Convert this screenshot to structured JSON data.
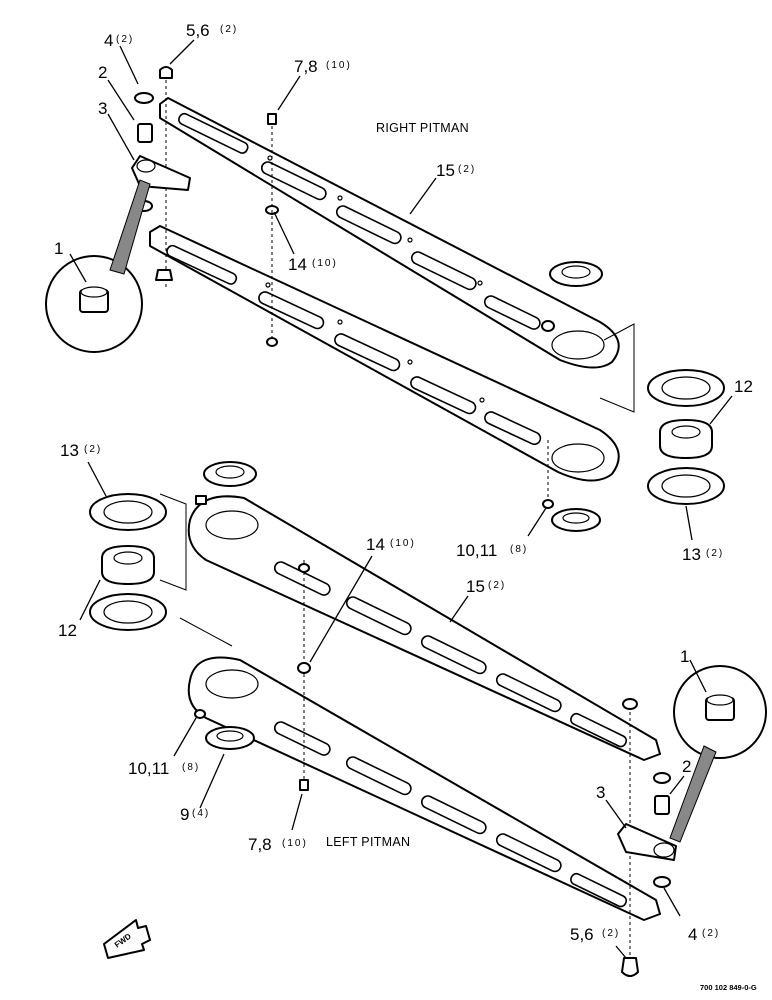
{
  "labels": {
    "right_pitman": "RIGHT PITMAN",
    "left_pitman": "LEFT PITMAN",
    "fwd": "FWD",
    "doc_number": "700 102 849-0-G"
  },
  "callouts": {
    "c_4_top": "4",
    "c_4_top_qty": "(2)",
    "c_56_top": "5,6",
    "c_56_top_qty": "(2)",
    "c_2_top": "2",
    "c_3_top": "3",
    "c_1_top": "1",
    "c_78_top": "7,8",
    "c_78_top_qty": "(10)",
    "c_15_top": "15",
    "c_15_top_qty": "(2)",
    "c_14_top": "14",
    "c_14_top_qty": "(10)",
    "c_12_right": "12",
    "c_13_right": "13",
    "c_13_right_qty": "(2)",
    "c_1011_right": "10,11",
    "c_1011_right_qty": "(8)",
    "c_13_left": "13",
    "c_13_left_qty": "(2)",
    "c_12_left": "12",
    "c_14_mid": "14",
    "c_14_mid_qty": "(10)",
    "c_15_mid": "15",
    "c_15_mid_qty": "(2)",
    "c_1011_left": "10,11",
    "c_1011_left_qty": "(8)",
    "c_9": "9",
    "c_9_qty": "(4)",
    "c_78_bot": "7,8",
    "c_78_bot_qty": "(10)",
    "c_1_bot": "1",
    "c_2_bot": "2",
    "c_3_bot": "3",
    "c_4_bot": "4",
    "c_4_bot_qty": "(2)",
    "c_56_bot": "5,6",
    "c_56_bot_qty": "(2)"
  }
}
